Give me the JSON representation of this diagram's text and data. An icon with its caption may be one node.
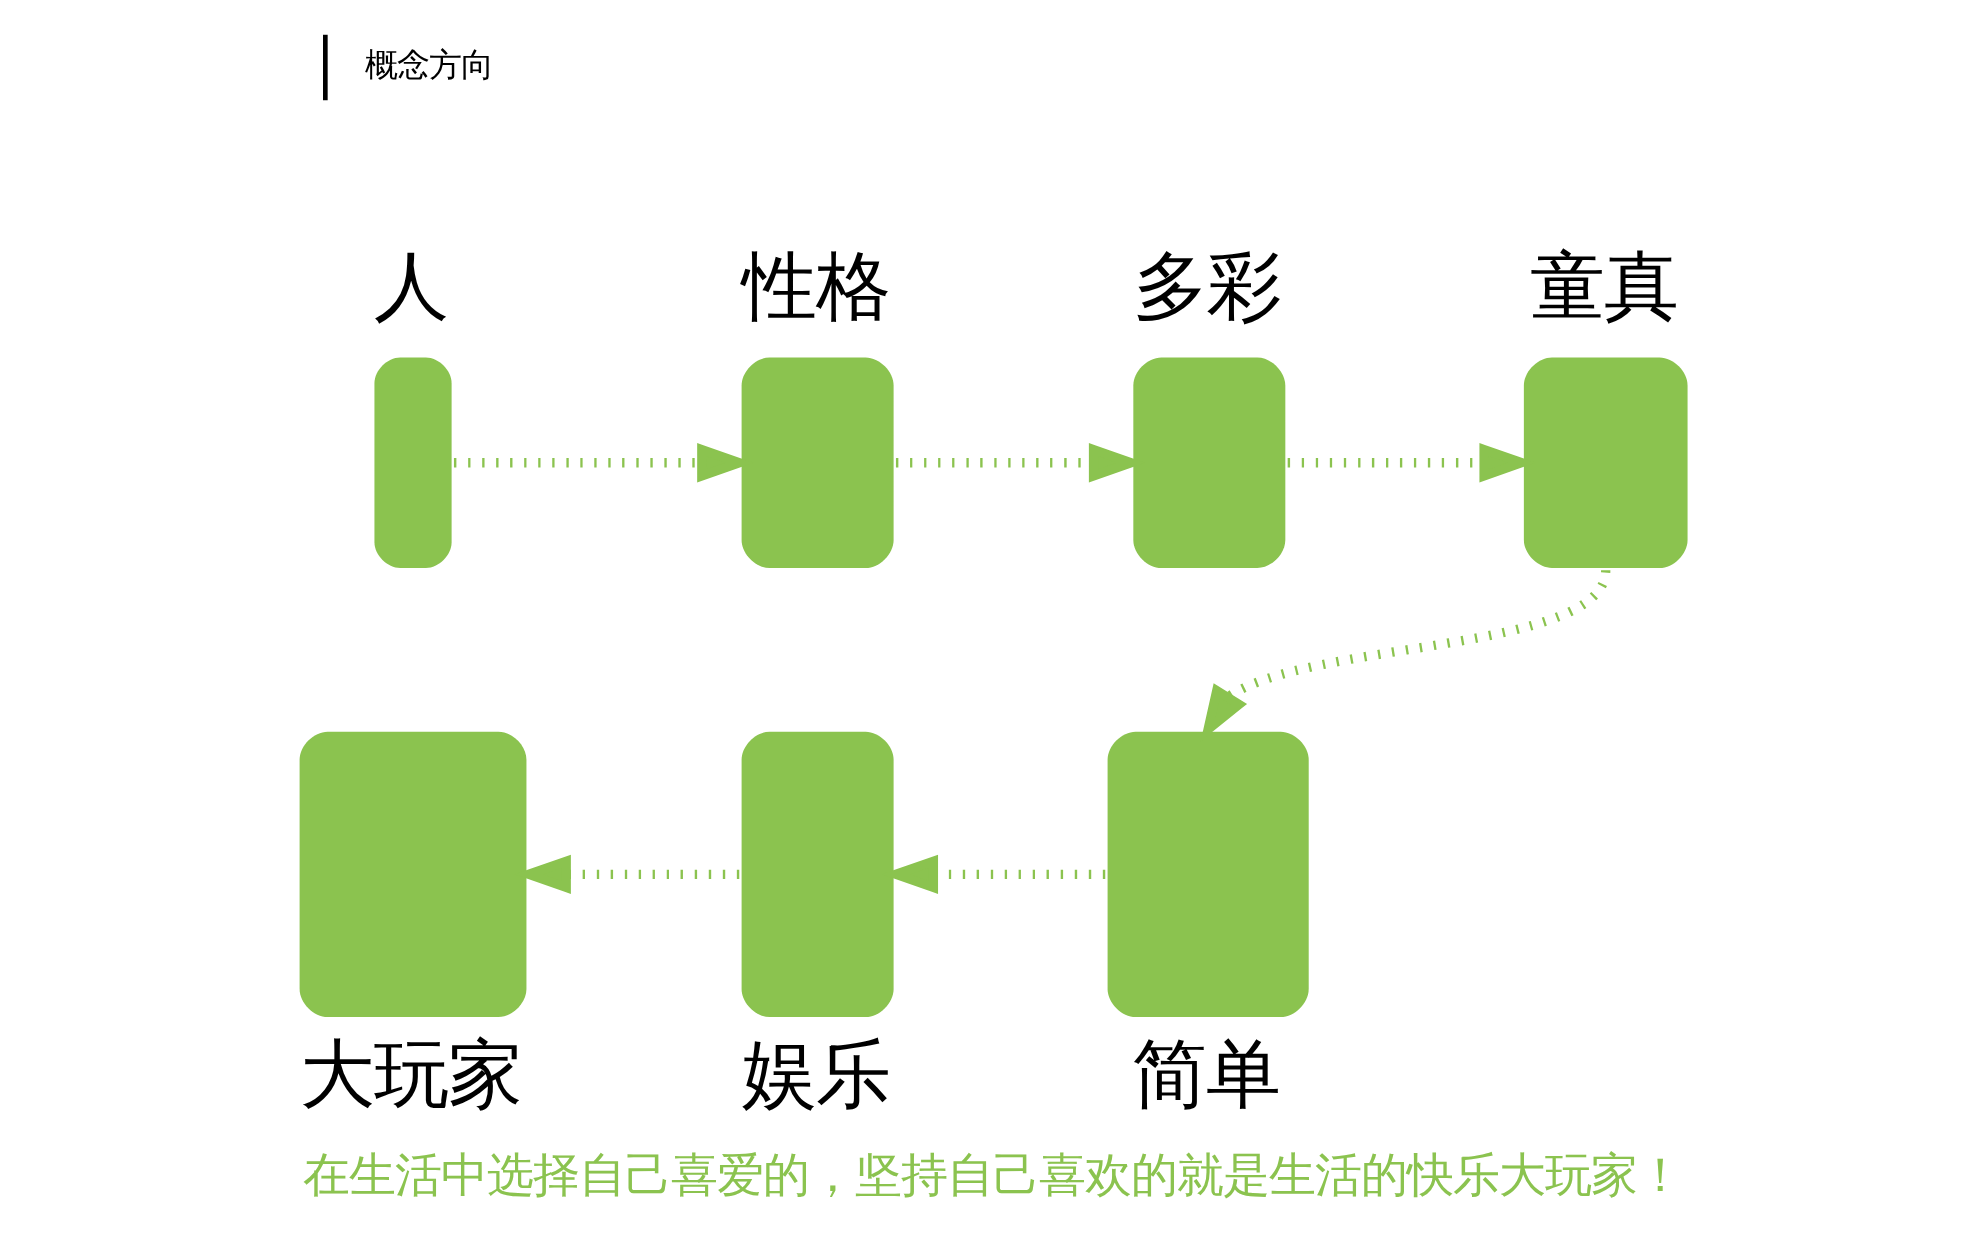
{
  "diagram": {
    "title": "概念方向",
    "caption": "在生活中选择自己喜爱的，坚持自己喜欢的就是生活的快乐大玩家！",
    "nodes": [
      {
        "text": [
          "人"
        ]
      },
      {
        "text": [
          "性格"
        ]
      },
      {
        "text": [
          "多彩"
        ]
      },
      {
        "text": [
          "童真"
        ]
      },
      {
        "text": [
          "简单"
        ]
      },
      {
        "text": [
          "娱乐"
        ]
      },
      {
        "text": [
          "大玩家"
        ]
      }
    ],
    "edges": [
      {
        "from": 0,
        "to": 1,
        "arrow": "to"
      },
      {
        "from": 1,
        "to": 2,
        "arrow": "to"
      },
      {
        "from": 2,
        "to": 3,
        "arrow": "to"
      },
      {
        "from": 3,
        "to": 4,
        "arrow": "to"
      },
      {
        "from": 4,
        "to": 5,
        "arrow": "to"
      },
      {
        "from": 5,
        "to": 6,
        "arrow": "to"
      }
    ]
  }
}
